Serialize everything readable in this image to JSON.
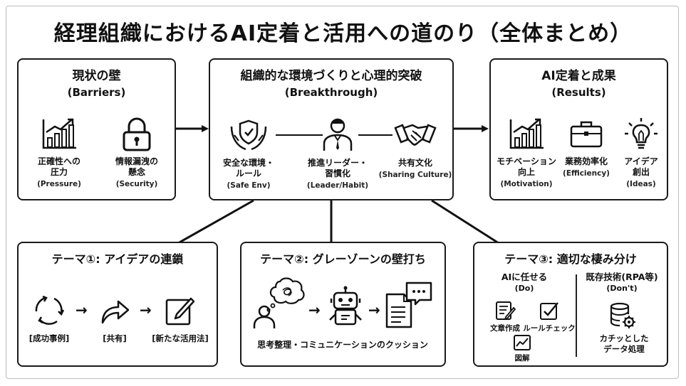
{
  "title": "経理組織におけるAI定着と活用への道のり（全体まとめ）",
  "barriers": {
    "title": "現状の壁",
    "subtitle": "(Barriers)",
    "items": [
      {
        "label1": "正確性への",
        "label2": "圧力",
        "sub": "(Pressure)",
        "icon": "growth-chart-icon"
      },
      {
        "label1": "情報漏洩の",
        "label2": "懸念",
        "sub": "(Security)",
        "icon": "padlock-icon"
      }
    ]
  },
  "breakthrough": {
    "title": "組織的な環境づくりと心理的突破",
    "subtitle": "(Breakthrough)",
    "items": [
      {
        "label1": "安全な環境・",
        "label2": "ルール",
        "sub": "(Safe Env)",
        "icon": "shield-hands-icon"
      },
      {
        "label1": "推進リーダー・",
        "label2": "習慣化",
        "sub": "(Leader/Habit)",
        "icon": "leader-person-icon"
      },
      {
        "label1": "共有文化",
        "label2": "",
        "sub": "(Sharing Culture)",
        "icon": "handshake-icon"
      }
    ]
  },
  "results": {
    "title": "AI定着と成果",
    "subtitle": "(Results)",
    "items": [
      {
        "label1": "モチベーション",
        "label2": "向上",
        "sub": "(Motivation)",
        "icon": "growth-chart-icon"
      },
      {
        "label1": "業務効率化",
        "label2": "",
        "sub": "(Efficiency)",
        "icon": "briefcase-icon"
      },
      {
        "label1": "アイデア",
        "label2": "創出",
        "sub": "(Ideas)",
        "icon": "lightbulb-icon"
      }
    ]
  },
  "theme1": {
    "title": "テーマ①: アイデアの連鎖",
    "steps": [
      "[成功事例]",
      "[共有]",
      "[新たな活用法]"
    ],
    "arrow": "→"
  },
  "theme2": {
    "title": "テーマ②: グレーゾーンの壁打ち",
    "caption": "思考整理・コミュニケーションのクッション",
    "arrow": "→"
  },
  "theme3": {
    "title": "テーマ③: 適切な棲み分け",
    "left_head1": "AIに任せる",
    "left_head2": "(Do)",
    "right_head1": "既存技術(RPA等)",
    "right_head2": "(Don't)",
    "left_items": [
      "文章作成",
      "ルールチェック",
      "図解"
    ],
    "right_item1": "カチッとした",
    "right_item2": "データ処理"
  }
}
